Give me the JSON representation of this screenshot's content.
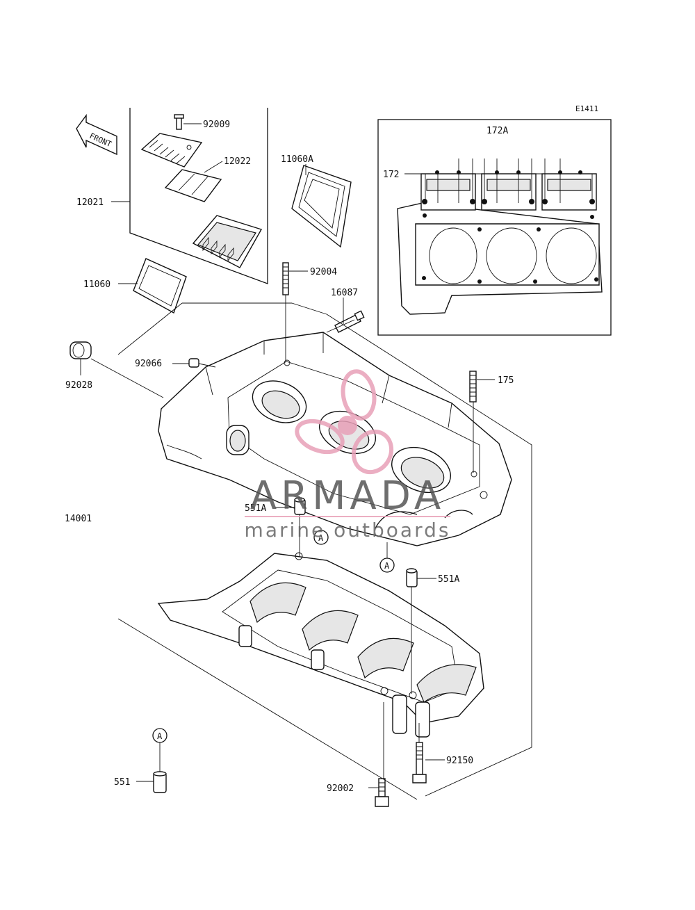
{
  "diagram_code": "E1411",
  "inset_title": "172A",
  "front_label": "FRONT",
  "callouts": {
    "p92009": "92009",
    "p12022": "12022",
    "p12021": "12021",
    "p11060A": "11060A",
    "p11060": "11060",
    "p92004": "92004",
    "p16087": "16087",
    "p172": "172",
    "p92028": "92028",
    "p92066": "92066",
    "p175": "175",
    "p14001": "14001",
    "p551A_upper": "551A",
    "p551A_lower": "551A",
    "p92150": "92150",
    "p92002": "92002",
    "p551": "551"
  },
  "reference_markers": [
    "A",
    "A",
    "A"
  ],
  "watermark": {
    "brand": "ARMADA",
    "tagline": "marine outboards",
    "brand_color": "#555555",
    "logo_color": "#e8a0b8"
  }
}
